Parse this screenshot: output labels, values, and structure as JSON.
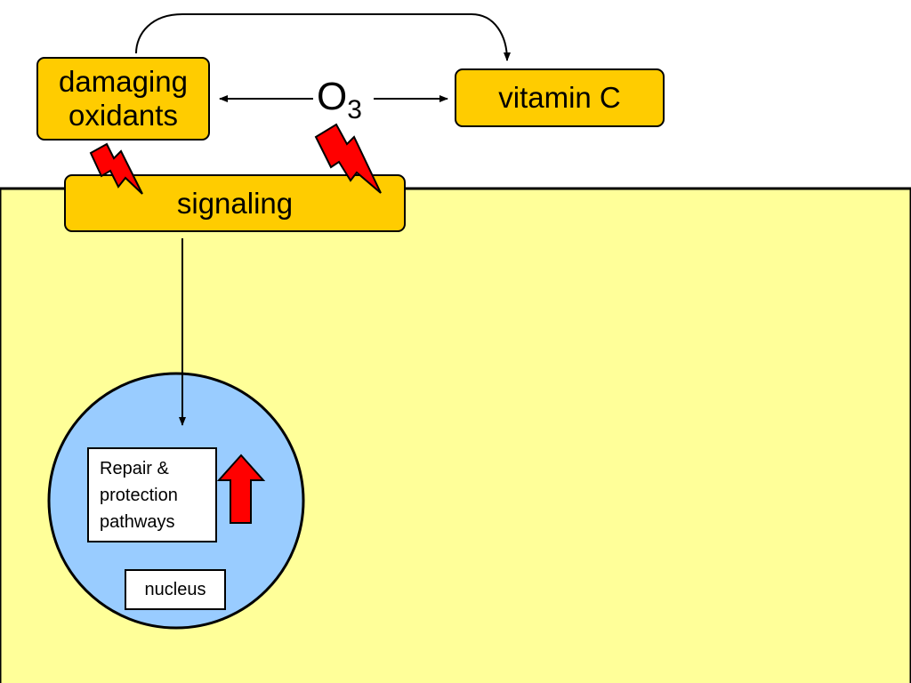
{
  "colors": {
    "cell_fill": "#ffff99",
    "box_fill": "#ffcc00",
    "nucleus_fill": "#99ccff",
    "lightning_fill": "#ff0000",
    "up_arrow_fill": "#ff0000",
    "line": "#000000"
  },
  "nodes": {
    "damaging_oxidants": {
      "line1": "damaging",
      "line2": "oxidants"
    },
    "ozone": {
      "symbol": "O",
      "subscript": "3"
    },
    "vitamin_c": {
      "label": "vitamin C"
    },
    "signaling": {
      "label": "signaling"
    },
    "repair": {
      "line1": "Repair &",
      "line2": "protection",
      "line3": "pathways"
    },
    "nucleus": {
      "label": "nucleus"
    }
  },
  "indicators": {
    "repair_change": "up-arrow-icon"
  }
}
